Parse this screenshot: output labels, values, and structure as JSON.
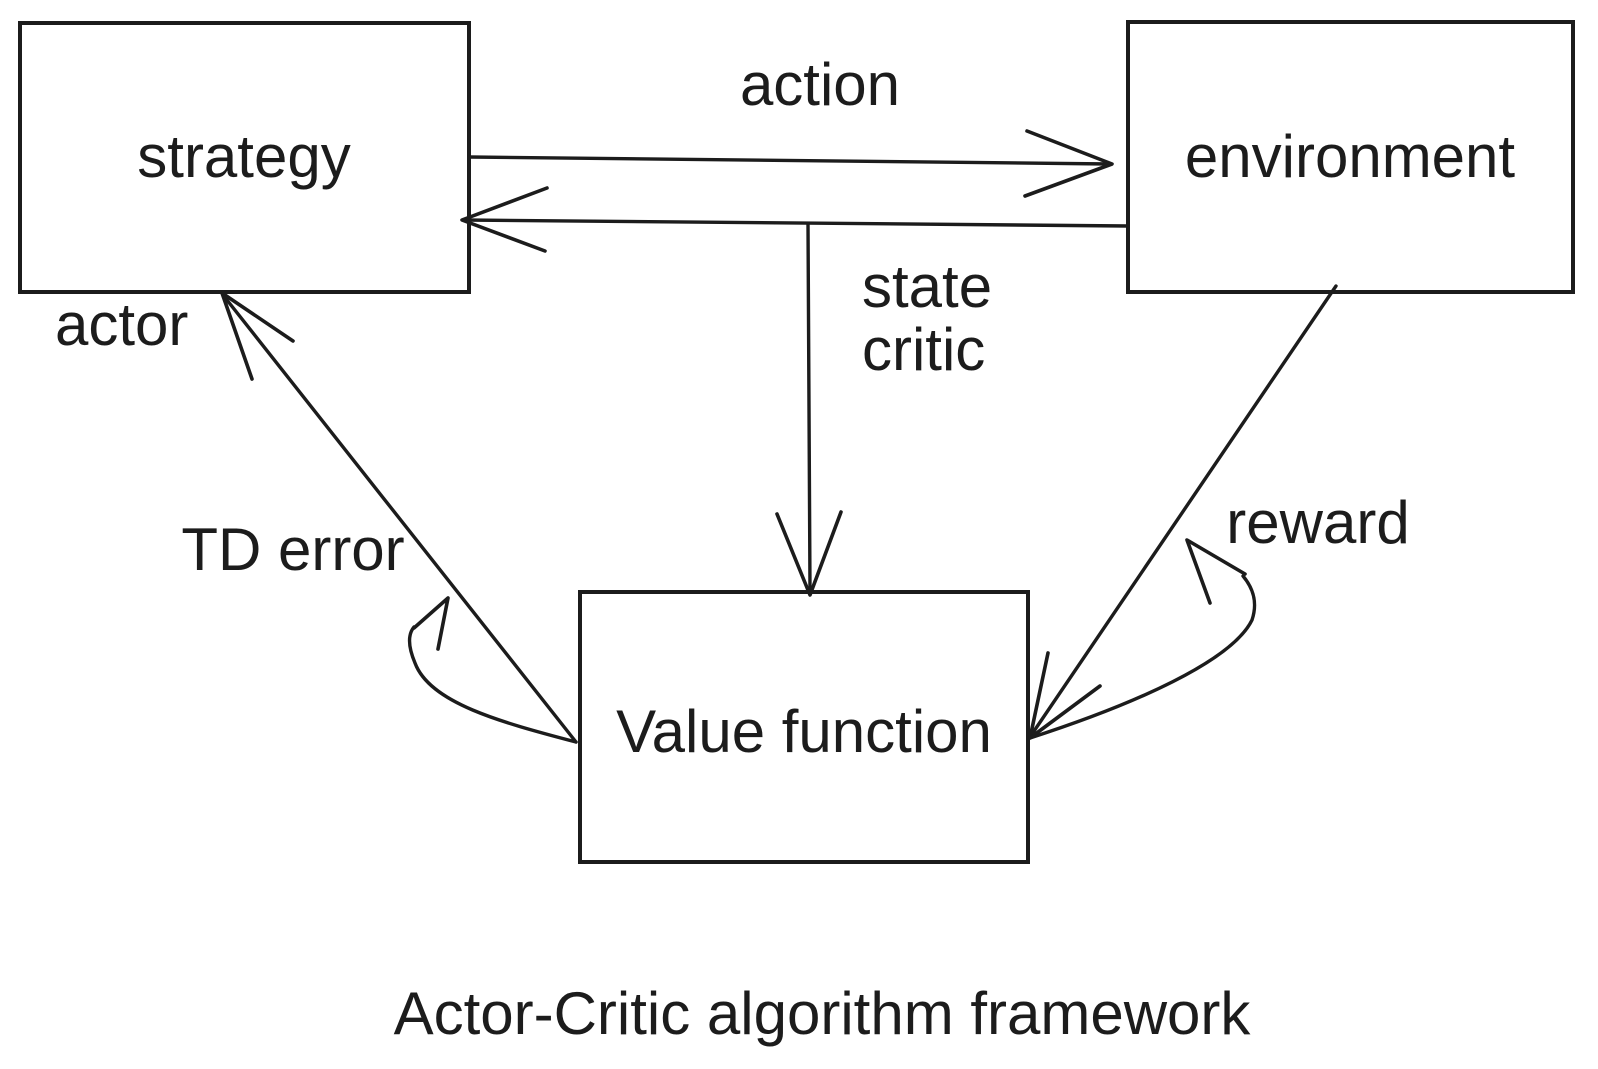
{
  "caption": "Actor-Critic algorithm framework",
  "nodes": {
    "strategy": {
      "label": "strategy"
    },
    "environment": {
      "label": "environment"
    },
    "value_function": {
      "label": "Value function"
    }
  },
  "labels": {
    "action": "action",
    "state": "state",
    "critic": "critic",
    "actor": "actor",
    "td_error": "TD error",
    "reward": "reward"
  },
  "colors": {
    "ink": "#1c1c1c",
    "background": "#ffffff"
  }
}
